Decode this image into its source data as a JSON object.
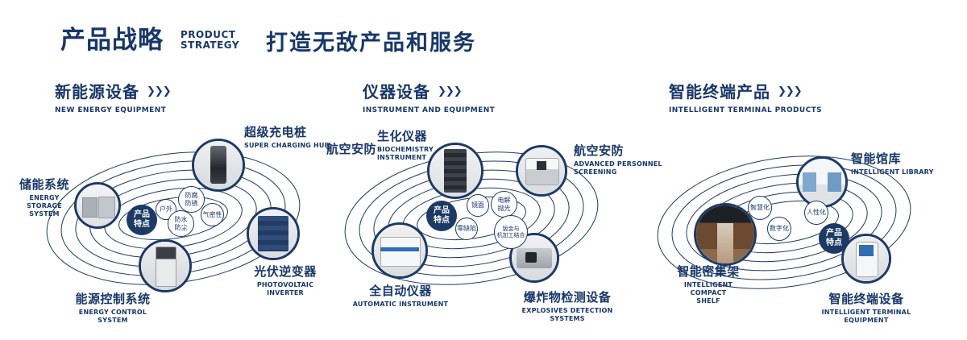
{
  "header": {
    "title": "产品战略",
    "subtitle": "PRODUCT\nSTRATEGY",
    "tagline": "打造无敌产品和服务"
  },
  "icons": {
    "triple_arrow": "❯❯❯"
  },
  "badge_label": "产品\n特点",
  "sections": [
    {
      "title": "新能源设备",
      "subtitle": "NEW ENERGY EQUIPMENT",
      "features": [
        "户外",
        "防腐\n防锈",
        "气密性",
        "防水\n防尘"
      ],
      "products": [
        {
          "zh": "超级充电桩",
          "en": "SUPER CHARGING HUB"
        },
        {
          "zh": "储能系统",
          "en": "ENERGY STORAGE\nSYSTEM"
        },
        {
          "zh": "光伏逆变器",
          "en": "PHOTOVOLTAIC INVERTER"
        },
        {
          "zh": "能源控制系统",
          "en": "ENERGY CONTROL SYSTEM"
        }
      ]
    },
    {
      "title": "仪器设备",
      "subtitle": "INSTRUMENT AND EQUIPMENT",
      "extra_label": "航空安防",
      "features": [
        "镜面",
        "电解\n抛光",
        "零缺陷",
        "钣金与\n机加工结合"
      ],
      "products": [
        {
          "zh": "生化仪器",
          "en": "BIOCHEMISTRY\nINSTRUMENT"
        },
        {
          "zh": "航空安防",
          "en": "ADVANCED PERSONNEL\nSCREENING"
        },
        {
          "zh": "全自动仪器",
          "en": "AUTOMATIC INSTRUMENT"
        },
        {
          "zh": "爆炸物检测设备",
          "en": "EXPLOSIVES DETECTION SYSTEMS"
        }
      ]
    },
    {
      "title": "智能终端产品",
      "subtitle": "INTELLIGENT TERMINAL PRODUCTS",
      "features": [
        "智慧化",
        "人性化",
        "数字化"
      ],
      "products": [
        {
          "zh": "智能馆库",
          "en": "INTELLIGENT LIBRARY"
        },
        {
          "zh": "智能密集架",
          "en": "INTELLIGENT COMPACT\nSHELF"
        },
        {
          "zh": "智能终端设备",
          "en": "INTELLIGENT TERMINAL EQUIPMENT"
        }
      ]
    }
  ]
}
